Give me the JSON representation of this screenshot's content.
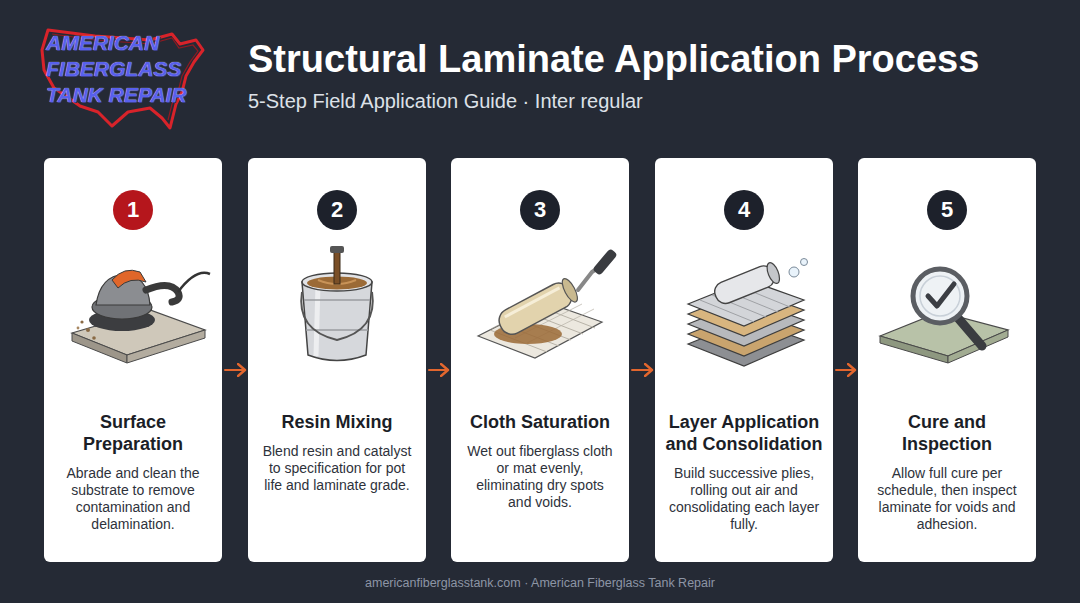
{
  "diagram": {
    "title": "Structural Laminate Application Process",
    "nodes": [
      {
        "text": [
          "Surface Preparation",
          "Abrade and clean the substrate to remove contamination and delamination."
        ]
      },
      {
        "text": [
          "1"
        ],
        "in": 0
      },
      {
        "text": [
          "Resin Mixing",
          "Blend resin and catalyst to specification for pot life and laminate grade."
        ]
      },
      {
        "text": [
          "2"
        ],
        "in": 2
      },
      {
        "text": [
          "Cloth Saturation",
          "Wet out fiberglass cloth or mat evenly, eliminating dry spots and voids."
        ]
      },
      {
        "text": [
          "3"
        ],
        "in": 4
      },
      {
        "text": [
          "Layer Application and Consolidation",
          "Build successive plies, rolling out air and consolidating each layer fully."
        ]
      },
      {
        "text": [
          "4"
        ],
        "in": 6
      },
      {
        "text": [
          "Cure and Inspection",
          "Allow full cure per schedule, then inspect laminate for voids and adhesion."
        ]
      },
      {
        "text": [
          "5"
        ],
        "in": 8
      }
    ],
    "edges": [
      {
        "from": 0,
        "to": 2,
        "arrow": "to"
      },
      {
        "from": 2,
        "to": 4,
        "arrow": "to"
      },
      {
        "from": 4,
        "to": 6,
        "arrow": "to"
      },
      {
        "from": 6,
        "to": 8,
        "arrow": "to"
      }
    ],
    "labels": [
      "AMERICAN FIBERGLASS TANK REPAIR",
      "5-Step Field Application Guide · Inter regular",
      "americanfiberglasstank.com · American Fiberglass Tank Repair"
    ]
  }
}
